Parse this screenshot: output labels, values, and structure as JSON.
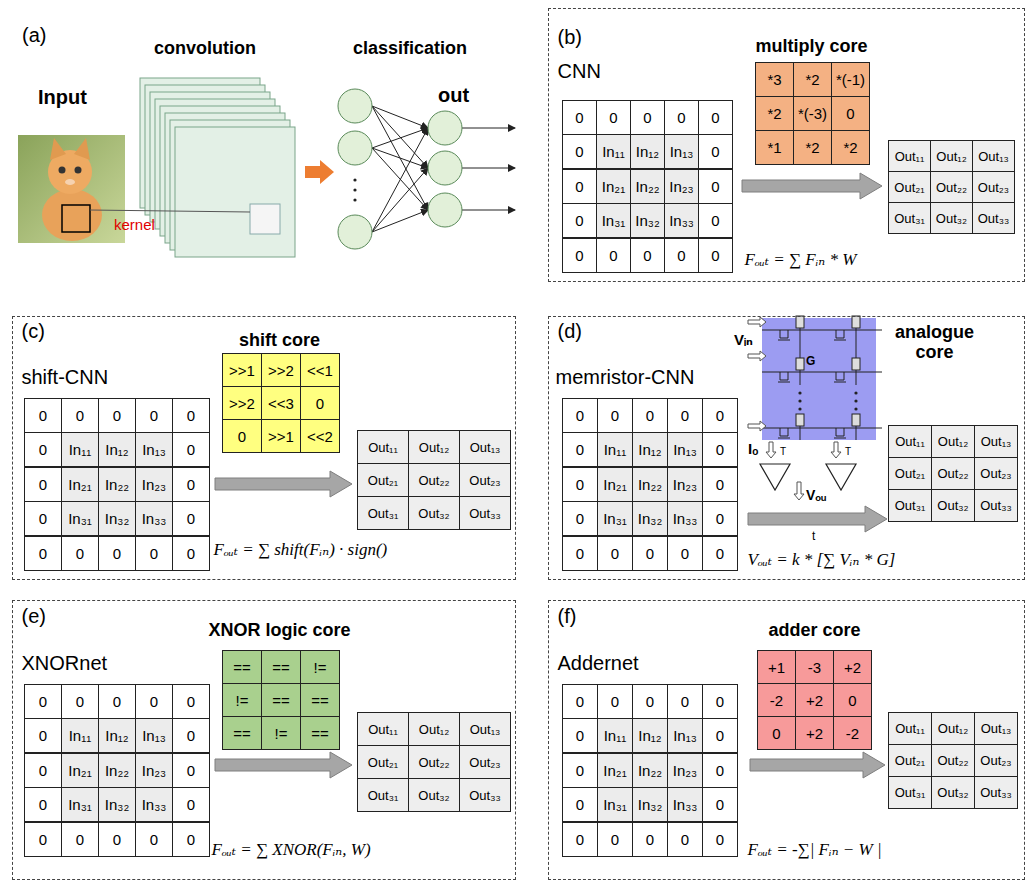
{
  "diagram": {
    "nodes": [
      {
        "text": [
          "(b)",
          "CNN",
          "multiply core",
          "Fₒᵤₜ = ∑ Fᵢₙ * W"
        ]
      },
      {
        "text": [
          "(c)",
          "shift-CNN",
          "shift core",
          "Fₒᵤₜ = ∑ shift(Fᵢₙ) · sign()"
        ]
      },
      {
        "text": [
          "(d)",
          "memristor-CNN",
          "analogue core",
          "Vₒᵤₜ = k * [∑ Vᵢₙ * G]"
        ]
      },
      {
        "text": [
          "(e)",
          "XNORnet",
          "XNOR logic core",
          "Fₒᵤₜ = ∑ XNOR(Fᵢₙ, W)"
        ]
      },
      {
        "text": [
          "(f)",
          "Addernet",
          "adder core",
          "Fₒᵤₜ = -∑| Fᵢₙ − W |"
        ]
      }
    ],
    "labels": [
      "(a)",
      "convolution",
      "classification",
      "Input",
      "out",
      "kernel",
      "0",
      "0",
      "0",
      "0",
      "0",
      "0",
      "In₁₁",
      "In₁₂",
      "In₁₃",
      "0",
      "0",
      "In₂₁",
      "In₂₂",
      "In₂₃",
      "0",
      "0",
      "In₃₁",
      "In₃₂",
      "In₃₃",
      "0",
      "0",
      "0",
      "0",
      "0",
      "0",
      "*3",
      "*2",
      "*(-1)",
      "*2",
      "*(-3)",
      "0",
      "*1",
      "*2",
      "*2",
      "Out₁₁",
      "Out₁₂",
      "Out₁₃",
      "Out₂₁",
      "Out₂₂",
      "Out₂₃",
      "Out₃₁",
      "Out₃₂",
      "Out₃₃",
      "0",
      "0",
      "0",
      "0",
      "0",
      "0",
      "In₁₁",
      "In₁₂",
      "In₁₃",
      "0",
      "0",
      "In₂₁",
      "In₂₂",
      "In₂₃",
      "0",
      "0",
      "In₃₁",
      "In₃₂",
      "In₃₃",
      "0",
      "0",
      "0",
      "0",
      "0",
      "0",
      ">>1",
      ">>2",
      "<<1",
      ">>2",
      "<<3",
      "0",
      "0",
      ">>1",
      "<<2",
      "Out₁₁",
      "Out₁₂",
      "Out₁₃",
      "Out₂₁",
      "Out₂₂",
      "Out₂₃",
      "Out₃₁",
      "Out₃₂",
      "Out₃₃",
      "0",
      "0",
      "0",
      "0",
      "0",
      "0",
      "In₁₁",
      "In₁₂",
      "In₁₃",
      "0",
      "0",
      "In₂₁",
      "In₂₂",
      "In₂₃",
      "0",
      "0",
      "In₃₁",
      "In₃₂",
      "In₃₃",
      "0",
      "0",
      "0",
      "0",
      "0",
      "0",
      "Vᵢₙ",
      "G",
      "Iₒ",
      "T",
      "T",
      "Vₒᵤ",
      "t",
      "Out₁₁",
      "Out₁₂",
      "Out₁₃",
      "Out₂₁",
      "Out₂₂",
      "Out₂₃",
      "Out₃₁",
      "Out₃₂",
      "Out₃₃",
      "0",
      "0",
      "0",
      "0",
      "0",
      "0",
      "In₁₁",
      "In₁₂",
      "In₁₃",
      "0",
      "0",
      "In₂₁",
      "In₂₂",
      "In₂₃",
      "0",
      "0",
      "In₃₁",
      "In₃₂",
      "In₃₃",
      "0",
      "0",
      "0",
      "0",
      "0",
      "0",
      "==",
      "==",
      "!=",
      "!=",
      "==",
      "==",
      "==",
      "!=",
      "==",
      "Out₁₁",
      "Out₁₂",
      "Out₁₃",
      "Out₂₁",
      "Out₂₂",
      "Out₂₃",
      "Out₃₁",
      "Out₃₂",
      "Out₃₃",
      "0",
      "0",
      "0",
      "0",
      "0",
      "0",
      "In₁₁",
      "In₁₂",
      "In₁₃",
      "0",
      "0",
      "In₂₁",
      "In₂₂",
      "In₂₃",
      "0",
      "0",
      "In₃₁",
      "In₃₂",
      "In₃₃",
      "0",
      "0",
      "0",
      "0",
      "0",
      "0",
      "+1",
      "-3",
      "+2",
      "-2",
      "+2",
      "0",
      "0",
      "+2",
      "-2",
      "Out₁₁",
      "Out₁₂",
      "Out₁₃",
      "Out₂₁",
      "Out₂₂",
      "Out₂₃",
      "Out₃₁",
      "Out₃₂",
      "Out₃₃"
    ]
  }
}
